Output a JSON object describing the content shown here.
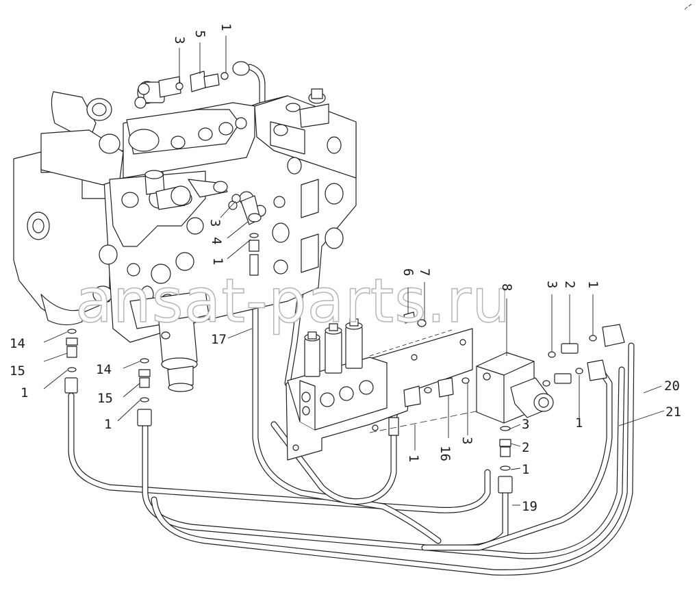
{
  "watermark": "ansat-parts.ru",
  "callouts": [
    {
      "id": "c-3a",
      "label": "3"
    },
    {
      "id": "c-5a",
      "label": "5"
    },
    {
      "id": "c-1a",
      "label": "1"
    },
    {
      "id": "c-3b",
      "label": "3"
    },
    {
      "id": "c-4a",
      "label": "4"
    },
    {
      "id": "c-1b",
      "label": "1"
    },
    {
      "id": "c-14a",
      "label": "14"
    },
    {
      "id": "c-15a",
      "label": "15"
    },
    {
      "id": "c-1c",
      "label": "1"
    },
    {
      "id": "c-14b",
      "label": "14"
    },
    {
      "id": "c-15b",
      "label": "15"
    },
    {
      "id": "c-1d",
      "label": "1"
    },
    {
      "id": "c-17",
      "label": "17"
    },
    {
      "id": "c-6",
      "label": "6"
    },
    {
      "id": "c-7",
      "label": "7"
    },
    {
      "id": "c-8",
      "label": "8"
    },
    {
      "id": "c-3c",
      "label": "3"
    },
    {
      "id": "c-2a",
      "label": "2"
    },
    {
      "id": "c-1e",
      "label": "1"
    },
    {
      "id": "c-20",
      "label": "20"
    },
    {
      "id": "c-21",
      "label": "21"
    },
    {
      "id": "c-1f",
      "label": "1"
    },
    {
      "id": "c-16",
      "label": "16"
    },
    {
      "id": "c-3d",
      "label": "3"
    },
    {
      "id": "c-3e",
      "label": "3"
    },
    {
      "id": "c-2b",
      "label": "2"
    },
    {
      "id": "c-1g",
      "label": "1"
    },
    {
      "id": "c-19",
      "label": "19"
    },
    {
      "id": "c-1h",
      "label": "1"
    }
  ]
}
